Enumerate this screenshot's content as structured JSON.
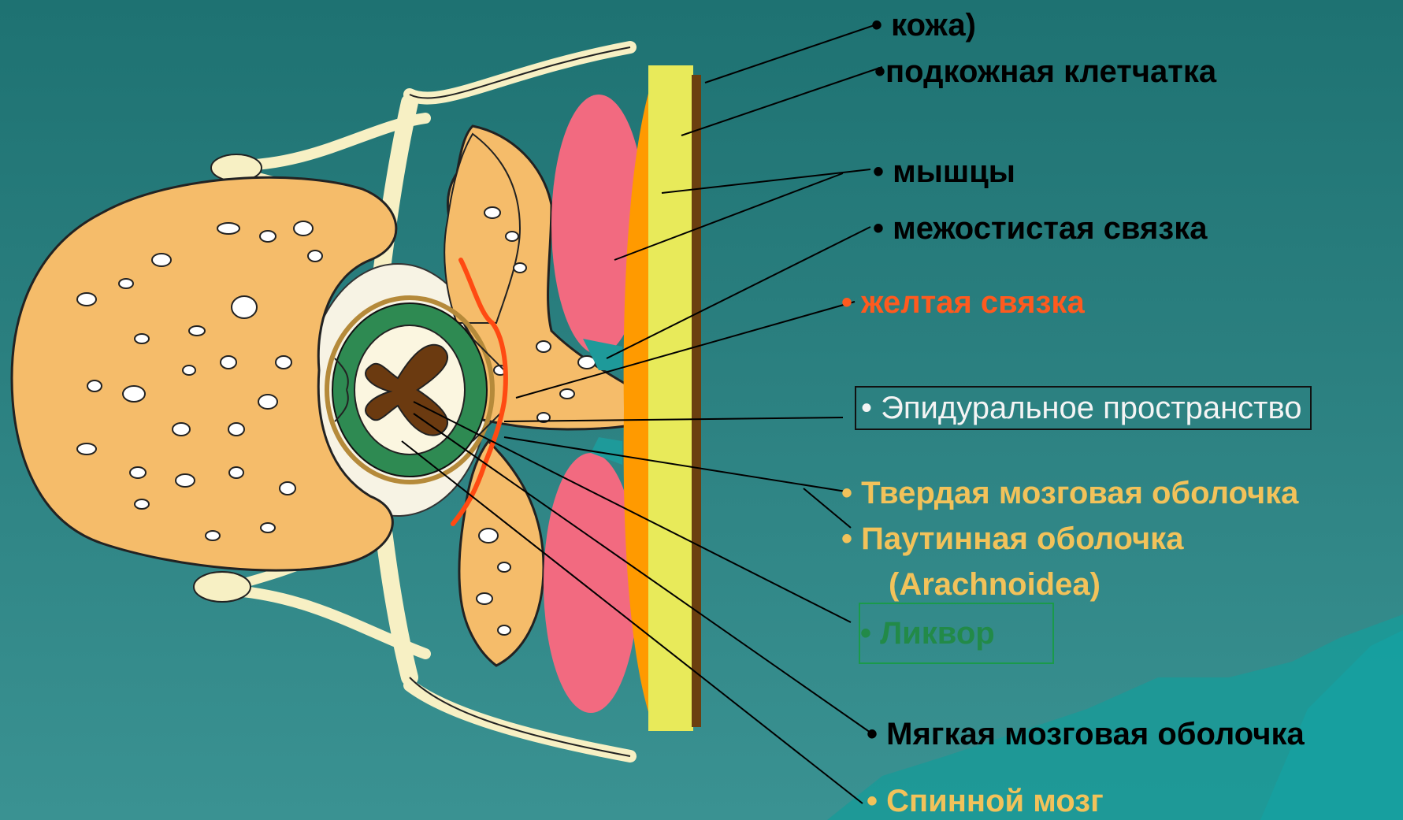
{
  "labels": {
    "skin": "• кожа)",
    "subcutaneous": "•подкожная клетчатка",
    "muscles": "• мышцы",
    "interspinous": "• межостистая связка",
    "yellow_ligament": "• желтая связка",
    "epidural": "• Эпидуральное пространство",
    "dura": "• Твердая мозговая оболочка",
    "arachnoid": "• Паутинная оболочка",
    "arachnoid_latin": "(Arachnoidea)",
    "liquor": "• Ликвор",
    "pia": "• Мягкая мозговая оболочка",
    "spinal_cord": "• Спинной мозг"
  },
  "colors": {
    "background": "#1e7272",
    "bone": "#f5bc6a",
    "pink_muscle": "#f26a80",
    "orange_layer": "#ff9a00",
    "yellow_layer": "#e8ea5a",
    "brown_layer": "#6b3f10",
    "nerve": "#f7f0c4",
    "meninges_green": "#2e8a52",
    "grey_matter": "#6b3a10",
    "yellow_ligament_line": "#ff4a12",
    "black_label": "#000000",
    "red_label": "#ff5a1e",
    "gold_label": "#f2c25a",
    "green_label": "#228a48"
  }
}
